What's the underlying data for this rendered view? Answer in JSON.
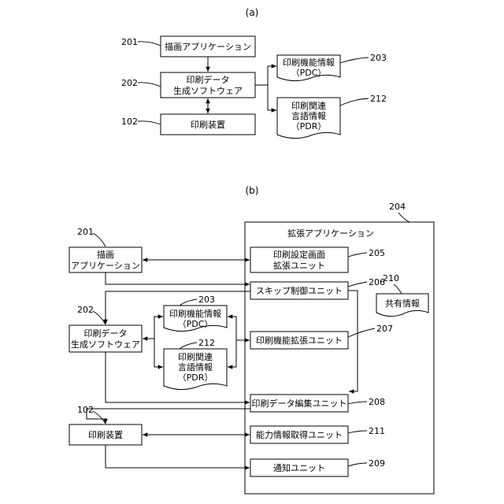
{
  "figure_a": {
    "caption": "(a)",
    "boxes": {
      "drawing_app": "描画アプリケーション",
      "print_data_software": [
        "印刷データ",
        "生成ソフトウェア"
      ],
      "printing_device": "印刷装置"
    },
    "documents": {
      "pdc": [
        "印刷機能情報",
        "（PDC）"
      ],
      "pdr": [
        "印刷関連",
        "言語情報",
        "（PDR）"
      ]
    },
    "refs": {
      "drawing_app": "201",
      "print_data_software": "202",
      "printing_device": "102",
      "pdc": "203",
      "pdr": "212"
    }
  },
  "figure_b": {
    "caption": "(b)",
    "container_title": "拡張アプリケーション",
    "container_ref": "204",
    "left_boxes": {
      "drawing_app": [
        "描画",
        "アプリケーション"
      ],
      "print_data_software": [
        "印刷データ",
        "生成ソフトウェア"
      ],
      "printing_device": "印刷装置"
    },
    "documents": {
      "pdc": [
        "印刷機能情報",
        "（PDC）"
      ],
      "pdr": [
        "印刷関連",
        "言語情報",
        "（PDR）"
      ]
    },
    "units": {
      "settings_screen": [
        "印刷設定画面",
        "拡張ユニット"
      ],
      "skip_control": "スキップ制御ユニット",
      "function_extension": "印刷機能拡張ユニット",
      "data_editing": "印刷データ編集ユニット",
      "capability_acquisition": "能力情報取得ユニット",
      "notification": "通知ユニット"
    },
    "shared_info": "共有情報",
    "refs": {
      "drawing_app": "201",
      "print_data_software": "202",
      "printing_device": "102",
      "pdc": "203",
      "pdr": "212",
      "settings_screen": "205",
      "skip_control": "206",
      "function_extension": "207",
      "data_editing": "208",
      "capability_acquisition": "211",
      "notification": "209",
      "shared_info": "210"
    }
  }
}
